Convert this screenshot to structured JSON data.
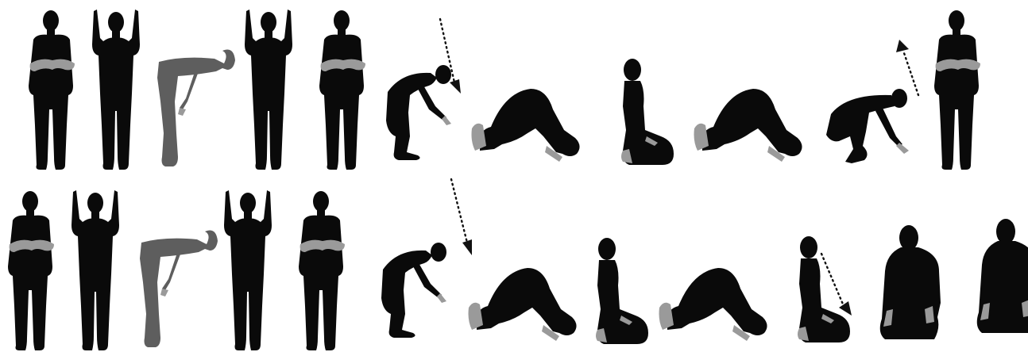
{
  "colors": {
    "figure": "#0a0a0a",
    "figure_grey": "#5e5e5e",
    "hands": "#9a9a9a",
    "background": "#ffffff"
  },
  "rows": [
    {
      "name": "row-1",
      "figures": [
        {
          "pose": "standing-hands-folded"
        },
        {
          "pose": "standing-hands-raised"
        },
        {
          "pose": "bowing-grey"
        },
        {
          "pose": "standing-hands-raised"
        },
        {
          "pose": "standing-hands-folded"
        },
        {
          "pose": "bending-down"
        },
        {
          "pose": "prostrating"
        },
        {
          "pose": "kneeling-sitting"
        },
        {
          "pose": "prostrating"
        },
        {
          "pose": "crouching-rising"
        },
        {
          "pose": "standing-hands-folded"
        }
      ],
      "arrows": [
        "arrow-down",
        "arrow-up"
      ]
    },
    {
      "name": "row-2",
      "figures": [
        {
          "pose": "standing-hands-folded"
        },
        {
          "pose": "standing-hands-raised"
        },
        {
          "pose": "bowing-grey"
        },
        {
          "pose": "standing-hands-raised"
        },
        {
          "pose": "standing-hands-folded"
        },
        {
          "pose": "bending-down"
        },
        {
          "pose": "prostrating"
        },
        {
          "pose": "kneeling-sitting"
        },
        {
          "pose": "prostrating"
        },
        {
          "pose": "kneeling-sitting"
        },
        {
          "pose": "kneeling-head-turned-right"
        },
        {
          "pose": "kneeling-head-turned-left"
        }
      ],
      "arrows": [
        "arrow-down",
        "arrow-down"
      ]
    }
  ]
}
